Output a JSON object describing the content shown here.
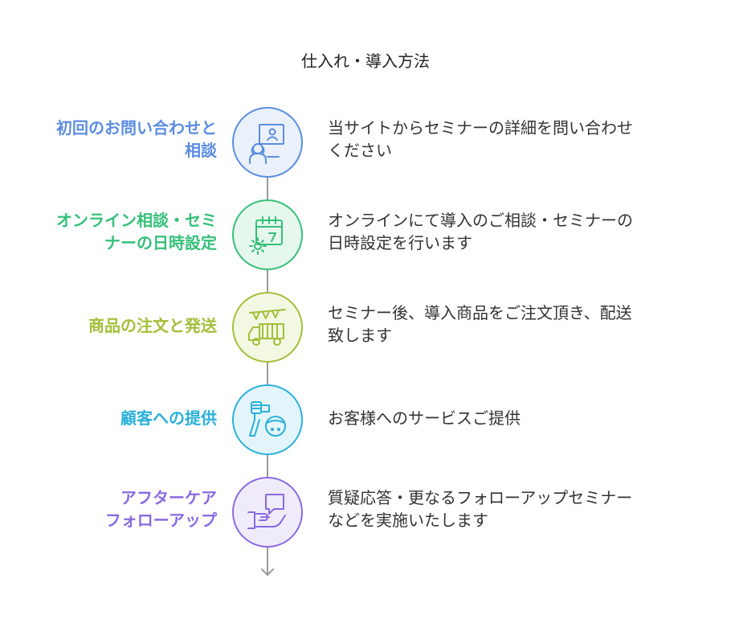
{
  "title": "仕入れ・導入方法",
  "steps": [
    {
      "title_lines": [
        "初回のお問い合わせと",
        "相談"
      ],
      "description_lines": [
        "当サイトからセミナーの詳細を問い合わせ",
        "ください"
      ],
      "color": "#5b8de0",
      "fill": "#eaf1fb",
      "icon": "presentation-icon"
    },
    {
      "title_lines": [
        "オンライン相談・セミ",
        "ナーの日時設定"
      ],
      "description_lines": [
        "オンラインにて導入のご相談・セミナーの",
        "日時設定を行います"
      ],
      "color": "#36c07a",
      "fill": "#e6f7ed",
      "icon": "calendar-gear-icon"
    },
    {
      "title_lines": [
        "商品の注文と発送"
      ],
      "description_lines": [
        "セミナー後、導入商品をご注文頂き、配送",
        "致します"
      ],
      "color": "#a2bf3a",
      "fill": "#f3f8e3",
      "icon": "delivery-truck-icon"
    },
    {
      "title_lines": [
        "顧客への提供"
      ],
      "description_lines": [
        "お客様へのサービスご提供"
      ],
      "color": "#2bb0d9",
      "fill": "#e3f5fb",
      "icon": "hair-dryer-icon"
    },
    {
      "title_lines": [
        "アフターケア",
        "フォローアップ"
      ],
      "description_lines": [
        "質疑応答・更なるフォローアップセミナー",
        "などを実施いたします"
      ],
      "color": "#8a6be0",
      "fill": "#f0ebfb",
      "icon": "support-chat-icon"
    }
  ]
}
